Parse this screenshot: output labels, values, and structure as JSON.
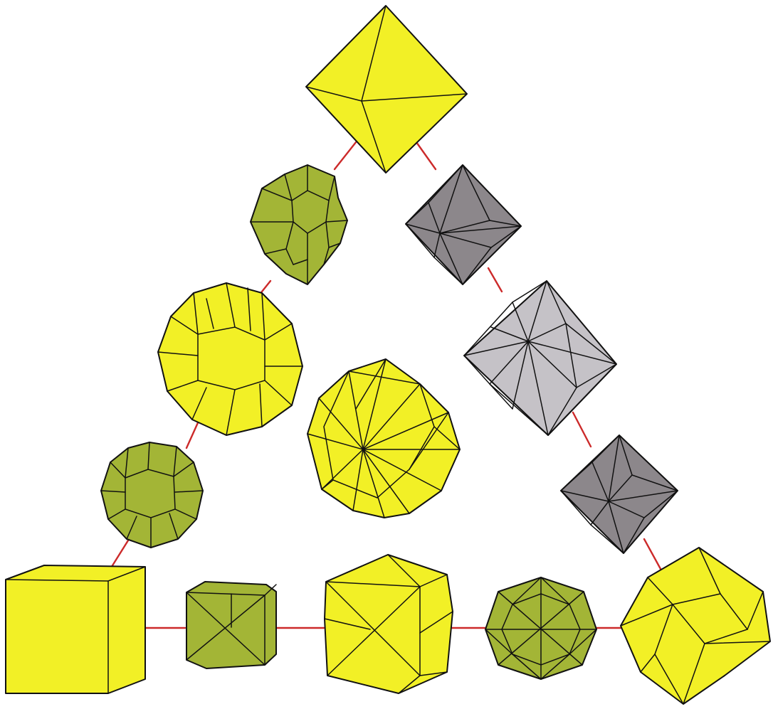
{
  "colors": {
    "yellow": "#f2f026",
    "olive": "#a3b536",
    "gray_dark": "#8c878b",
    "gray_light": "#c5c2c7",
    "edge": "#cc2a2a",
    "stroke": "#111111",
    "background": "#ffffff"
  },
  "nodes": [
    {
      "id": "octahedron",
      "color": "yellow"
    },
    {
      "id": "truncated-octahedron",
      "color": "olive"
    },
    {
      "id": "triakis-octahedron",
      "color": "gray_dark"
    },
    {
      "id": "rhombicuboctahedron",
      "color": "yellow"
    },
    {
      "id": "deltoidal-icositetrahedron",
      "color": "gray_light"
    },
    {
      "id": "snub-cube",
      "color": "yellow"
    },
    {
      "id": "great-rhombicuboctahedron",
      "color": "olive"
    },
    {
      "id": "tetrakis-hexahedron",
      "color": "gray_dark"
    },
    {
      "id": "cube",
      "color": "yellow"
    },
    {
      "id": "truncated-cube",
      "color": "olive"
    },
    {
      "id": "cuboctahedron",
      "color": "yellow"
    },
    {
      "id": "disdyakis-dodecahedron",
      "color": "olive"
    },
    {
      "id": "rhombic-dodecahedron",
      "color": "yellow"
    }
  ]
}
